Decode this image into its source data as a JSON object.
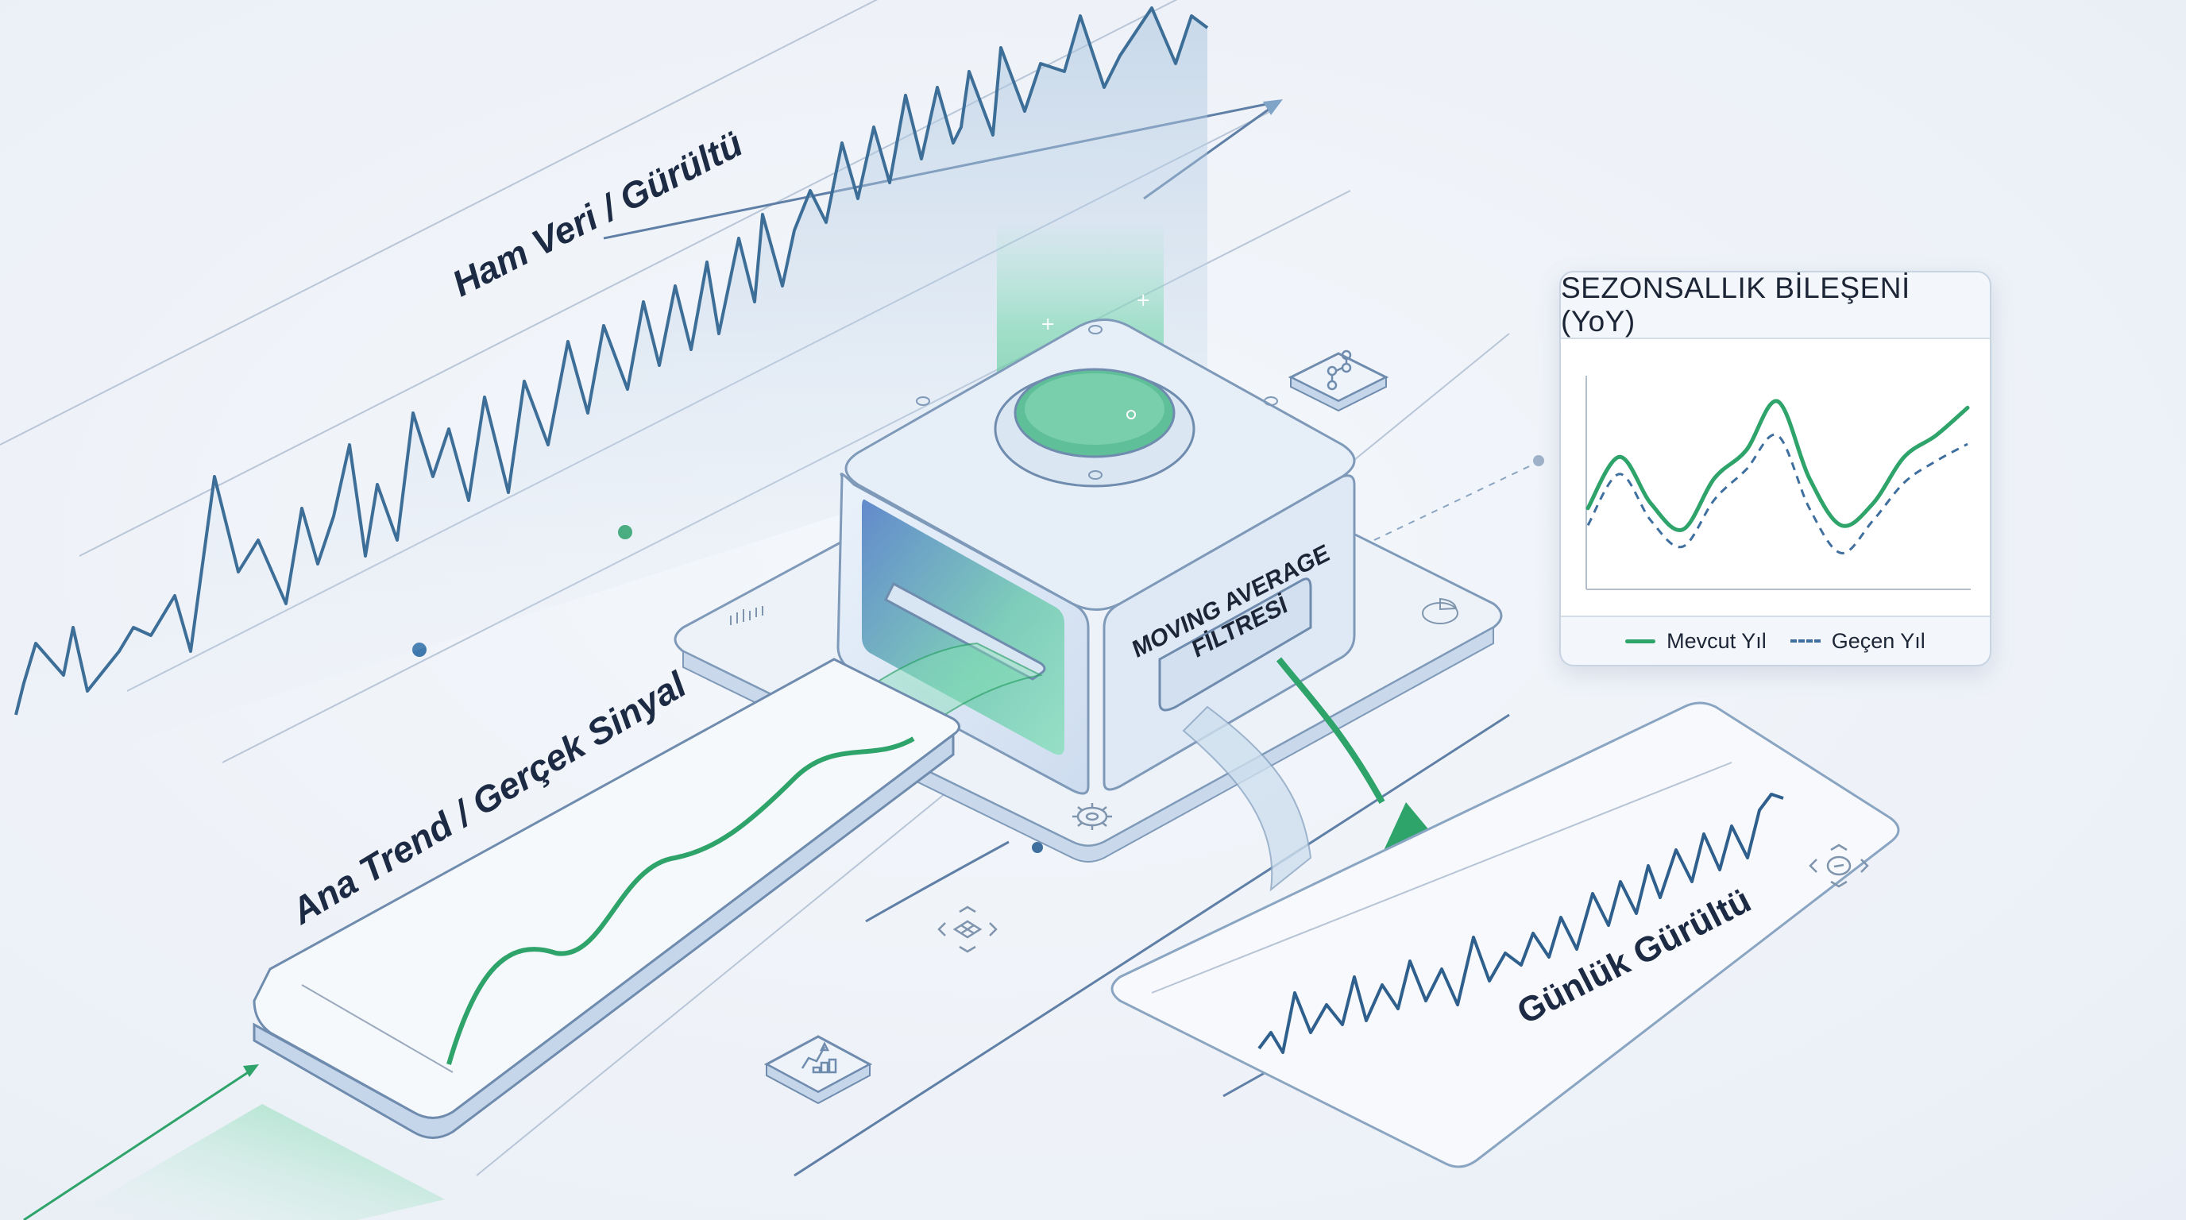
{
  "labels": {
    "raw": "Ham Veri / Gürültü",
    "trend": "Ana Trend / Gerçek Sinyal",
    "noise": "Günlük Gürültü",
    "filter_line1": "MOVING AVERAGE",
    "filter_line2": "FİLTRESİ"
  },
  "icons": {
    "network": "network-nodes-icon",
    "bar_chart": "bar-chart-icon",
    "pie_chart": "pie-chart-icon",
    "gear": "gear-icon",
    "growth": "growth-chart-icon",
    "focus_grid": "focus-grid-icon",
    "focus_eye": "focus-target-icon"
  },
  "colors": {
    "green": "#2ea36a",
    "blue": "#3e6f9e",
    "navy": "#1c2a44",
    "line": "#9fb2c9"
  },
  "chart_data": {
    "type": "line",
    "title": "SEZONSALLIK BİLEŞENİ (YoY)",
    "xlabel": "",
    "ylabel": "",
    "x": [
      0,
      1,
      2,
      3,
      4,
      5,
      6,
      7,
      8,
      9,
      10,
      11,
      12
    ],
    "series": [
      {
        "name": "Mevcut Yıl",
        "style": "solid",
        "color": "#2ea36a",
        "values": [
          38,
          62,
          40,
          28,
          52,
          65,
          88,
          52,
          30,
          40,
          62,
          72,
          85
        ]
      },
      {
        "name": "Geçen Yıl",
        "style": "dashed",
        "color": "#3e6f9e",
        "values": [
          30,
          54,
          32,
          20,
          42,
          56,
          72,
          38,
          17,
          32,
          50,
          60,
          68
        ]
      }
    ],
    "legend_position": "bottom",
    "grid": false,
    "ylim": [
      0,
      100
    ]
  },
  "panel": {
    "title": "SEZONSALLIK BİLEŞENİ (YoY)",
    "legend": [
      "Mevcut Yıl",
      "Geçen Yıl"
    ]
  }
}
